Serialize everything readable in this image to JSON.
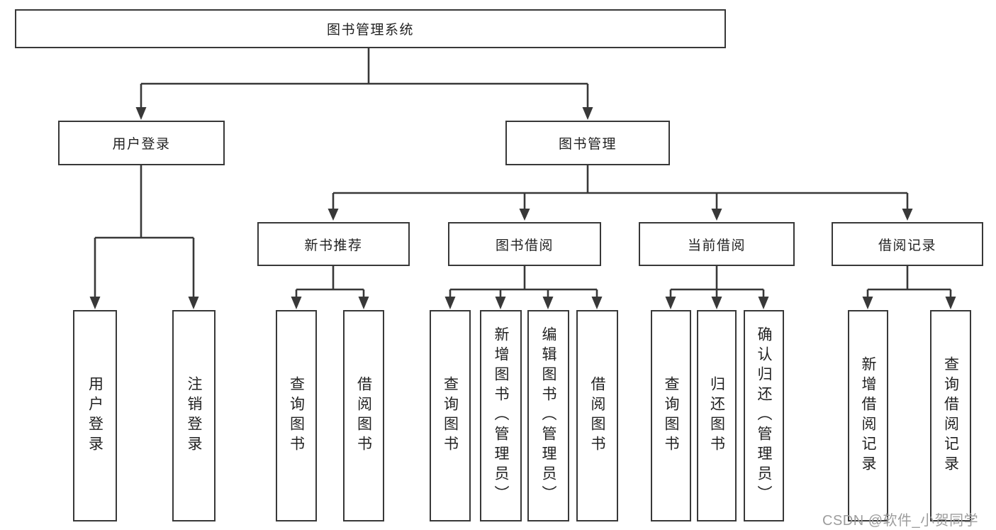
{
  "diagram": {
    "root": "图书管理系统",
    "branches": [
      {
        "label": "用户登录",
        "leaves": [
          "用户登录",
          "注销登录"
        ]
      },
      {
        "label": "图书管理",
        "groups": [
          {
            "label": "新书推荐",
            "leaves": [
              "查询图书",
              "借阅图书"
            ]
          },
          {
            "label": "图书借阅",
            "leaves": [
              "查询图书",
              "新增图书（管理员）",
              "编辑图书（管理员）",
              "借阅图书"
            ]
          },
          {
            "label": "当前借阅",
            "leaves": [
              "查询图书",
              "归还图书",
              "确认归还（管理员）"
            ]
          },
          {
            "label": "借阅记录",
            "leaves": [
              "新增借阅记录",
              "查询借阅记录"
            ]
          }
        ]
      }
    ]
  },
  "watermark": {
    "text": "CSDN @软件_小贺同学"
  },
  "colors": {
    "line": "#383838",
    "text": "#222222",
    "watermark": "#9d9d9d",
    "bg": "#ffffff"
  }
}
